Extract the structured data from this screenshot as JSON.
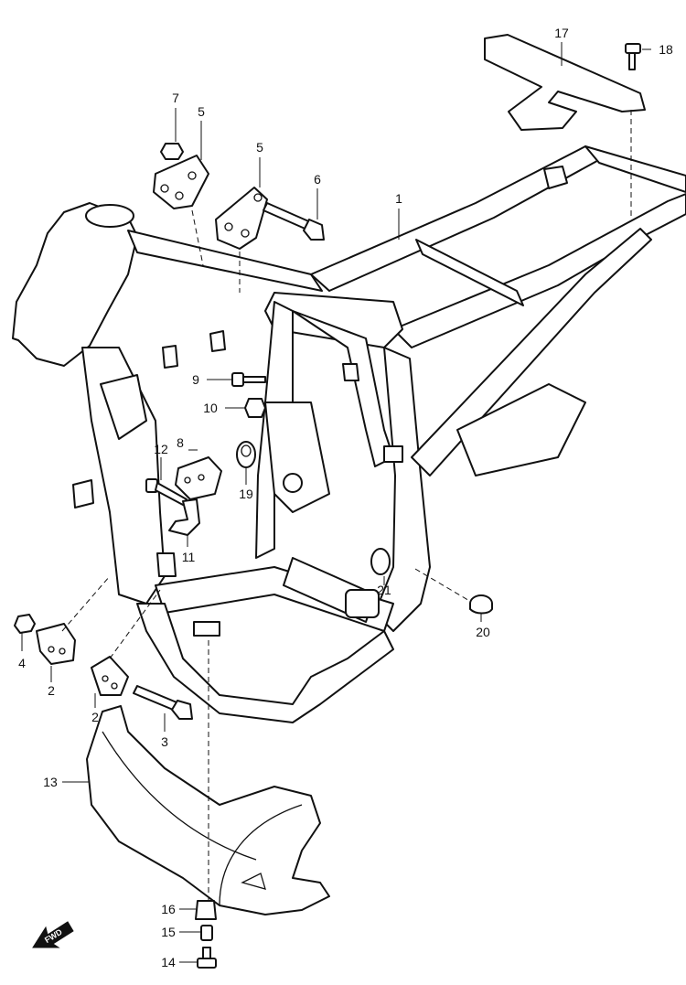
{
  "callouts": {
    "c1": "1",
    "c2a": "2",
    "c2b": "2",
    "c3": "3",
    "c4": "4",
    "c5a": "5",
    "c5b": "5",
    "c6": "6",
    "c7": "7",
    "c8": "8",
    "c9": "9",
    "c10": "10",
    "c11": "11",
    "c12": "12",
    "c13": "13",
    "c14": "14",
    "c15": "15",
    "c16": "16",
    "c17": "17",
    "c18": "18",
    "c19": "19",
    "c20": "20",
    "c21": "21"
  },
  "fwd": "FWD"
}
